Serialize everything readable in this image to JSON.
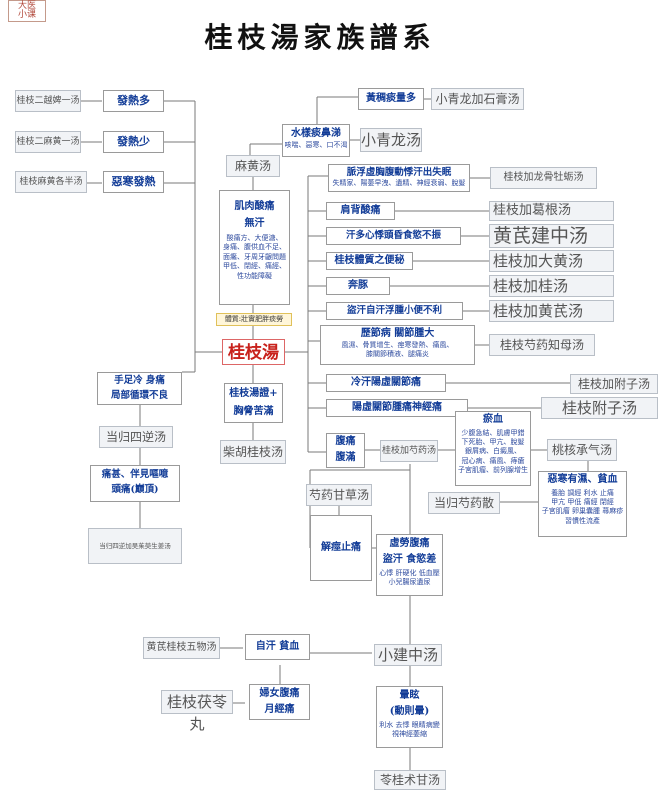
{
  "logo": {
    "line1": "大医",
    "line2": "小课"
  },
  "title": "桂枝湯家族譜系",
  "center": {
    "label": "桂枝湯",
    "note": "體質:壯實肥胖痰勞"
  },
  "left_top": {
    "fare_duo": "發熱多",
    "fare_shao": "發熱少",
    "wuhan_fare": "惡寒發熱",
    "ref1": "桂枝二越婢一汤",
    "ref2": "桂枝二麻黄一汤",
    "ref3": "桂枝麻黄各半汤"
  },
  "mahuang": {
    "label": "麻黄汤"
  },
  "muscle": {
    "title": "肌肉酸痛",
    "sub": "無汗",
    "lines": [
      "酸痛方、大便溏、",
      "身痛、腹供血不足、",
      "面癱、牙周牙齦問題",
      "甲低、閉經、痛經、",
      "性功能障礙"
    ]
  },
  "shuihan": {
    "title": "水樣痰鼻涕",
    "sub": "咳喘、惡寒、口不渴",
    "ref": "小青龙汤"
  },
  "huangchou": {
    "title": "黃稠痰量多",
    "ref": "小青龙加石膏汤"
  },
  "right_items": [
    {
      "id": "longgu",
      "title": "脈浮虛胸腹動悸汗出失眠",
      "sub": "失精家、陽萎早洩、遺精、神經衰弱、脫髮",
      "ref": "桂枝加龙骨牡蛎汤"
    },
    {
      "id": "gegen",
      "title": "肩背酸痛",
      "ref": "桂枝加葛根汤"
    },
    {
      "id": "huangqi_jz",
      "title": "汗多心悸頭昏食慾不振",
      "ref": "黄芪建中汤"
    },
    {
      "id": "dahuang",
      "title": "桂枝體質之便秘",
      "ref": "桂枝加大黄汤"
    },
    {
      "id": "guizhi",
      "title": "奔豚",
      "ref": "桂枝加桂汤"
    },
    {
      "id": "huangqi",
      "title": "盜汗自汗浮腫小便不利",
      "ref": "桂枝加黄芪汤"
    },
    {
      "id": "zhimu",
      "title": "歷節病 關節腫大",
      "sub": "風濕、骨質增生、痙寒發熱、痛風、",
      "sub2": "膝關節積液、腿痛炎",
      "ref": "桂枝芍药知母汤"
    },
    {
      "id": "fuzi1",
      "title": "冷汗陽虛關節痛",
      "ref": "桂枝加附子汤"
    },
    {
      "id": "fuzi2",
      "title": "陽虛關節腫痛神經痛",
      "ref": "桂枝附子汤"
    }
  ],
  "shaoyao": {
    "line1": "腹痛",
    "line2": "腹滿",
    "ref": "桂枝加芍药汤"
  },
  "yuxue": {
    "title": "瘀血",
    "lines": [
      "少腹急結、肌膚甲錯",
      "下死胎、甲亢、脫髮",
      "銀屑病、白癜風、",
      "冠心病、痛風、痔瘡",
      "子宮肌瘤、前列腺增生"
    ],
    "ref": "桃核承气汤"
  },
  "wuhan_pinxue": {
    "title": "惡寒有濕、貧血",
    "lines": [
      "養胎 調經 利水 止痛",
      "甲亢 甲低 痛經 閉經",
      "子宮肌瘤 卵巢囊腫 蕁麻疹",
      "習慣性流產"
    ],
    "ref": "当归芍药散"
  },
  "shouzuleng": {
    "line1": "手足冷 身痛",
    "line2": "局部循環不良",
    "ref": "当归四逆汤"
  },
  "toutong": {
    "line1": "痛甚、伴見嘔噫",
    "line2": "頭痛(巔頂)",
    "ref": "当归四逆加吴茱萸生姜汤"
  },
  "chaihu": {
    "line1": "桂枝湯證+",
    "line2": "胸脅苦滿",
    "ref": "柴胡桂枝汤"
  },
  "jiejing": {
    "line1": "解痙止痛",
    "ref": "芍药甘草汤"
  },
  "xulao": {
    "title": "虛勞腹痛",
    "sub": "盜汗 食慾差",
    "lines": [
      "心悸 肝硬化 低血壓",
      "小兒腸尿遺尿"
    ],
    "ref": "小建中汤"
  },
  "zihan": {
    "label": "自汗  貧血",
    "ref": "黄芪桂枝五物汤"
  },
  "funv": {
    "line1": "婦女腹痛",
    "line2": "月經痛",
    "ref": "桂枝茯苓丸"
  },
  "xuanyun": {
    "title": "暈眩",
    "sub": "(動則暈)",
    "lines": [
      "利水 去悸 眼睛病變",
      "視神經萎縮"
    ],
    "ref": "苓桂术甘汤"
  }
}
